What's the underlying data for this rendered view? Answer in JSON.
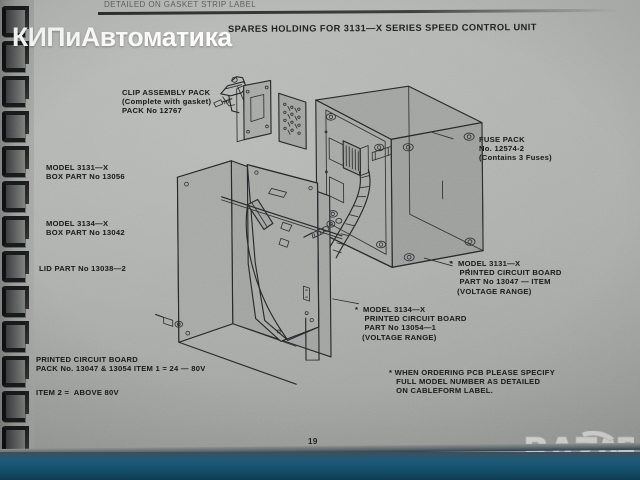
{
  "document": {
    "cut_off_header": "DETAILED ON GASKET STRIP LABEL",
    "title": "SPARES HOLDING FOR 3131—X SERIES SPEED CONTROL UNIT",
    "page_number": "19"
  },
  "watermarks": {
    "left": "КИПиАвтоматика",
    "bottom_right": "BAZAR"
  },
  "callouts": {
    "clip_assembly": "CLIP ASSEMBLY PACK\n(Complete with gasket)\nPACK No 12767",
    "model_3131_box": "MODEL 3131—X\nBOX PART No 13056",
    "model_3134_box": "MODEL 3134—X\nBOX PART No 13042",
    "lid_part": "LID PART No 13038—2",
    "pcb_pack": "PRINTED CIRCUIT BOARD\nPACK No. 13047 & 13054 ITEM 1 = 24 — 80V",
    "item_2": "ITEM 2 =  ABOVE 80V",
    "fuse_pack": "FUSE PACK\nNo. 12574-2\n(Contains 3 Fuses)",
    "pcb_3131": "*  MODEL 3131—X\n    PRINTED CIRCUIT BOARD\n    PART No 13047 — ITEM\n   (VOLTAGE RANGE)",
    "pcb_3134": "*  MODEL 3134—X\n    PRINTED CIRCUIT BOARD\n    PART No 13054—1\n   (VOLTAGE RANGE)",
    "ordering_note": "* WHEN ORDERING PCB PLEASE SPECIFY\n   FULL MODEL NUMBER AS DETAILED\n   ON CABLEFORM LABEL."
  },
  "colors": {
    "paper": "#a9aba8",
    "ink": "#1c1e1d",
    "binding": "#161a1b",
    "desk": "#15506e"
  },
  "binding": {
    "loop_count": 13
  }
}
